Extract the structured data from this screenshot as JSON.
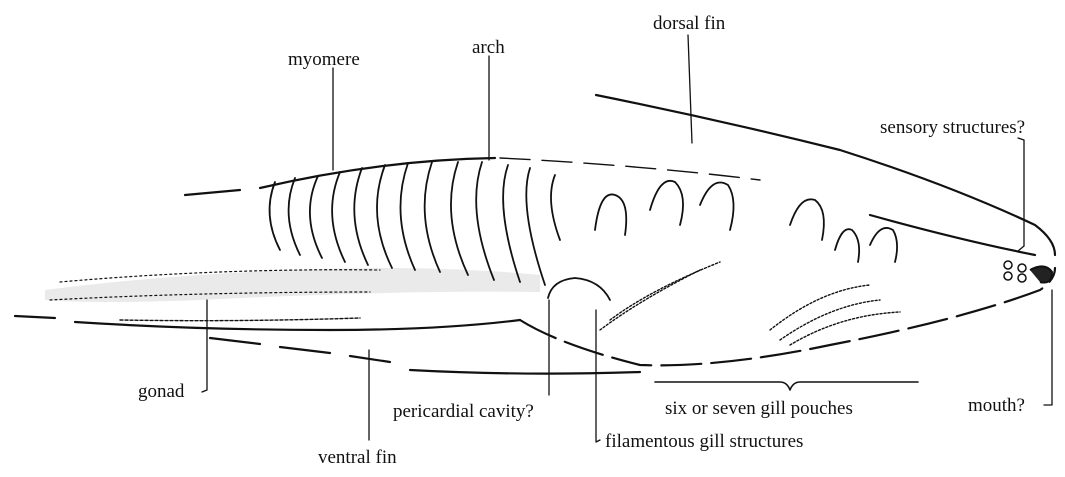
{
  "labels": {
    "dorsal_fin": "dorsal fin",
    "myomere": "myomere",
    "arch": "arch",
    "sensory_structures": "sensory structures?",
    "gonad": "gonad",
    "pericardial_cavity": "pericardial cavity?",
    "six_or_seven_gill_pouches": "six or seven gill pouches",
    "mouth": "mouth?",
    "filamentous_gill_structures": "filamentous gill structures",
    "ventral_fin": "ventral fin"
  }
}
